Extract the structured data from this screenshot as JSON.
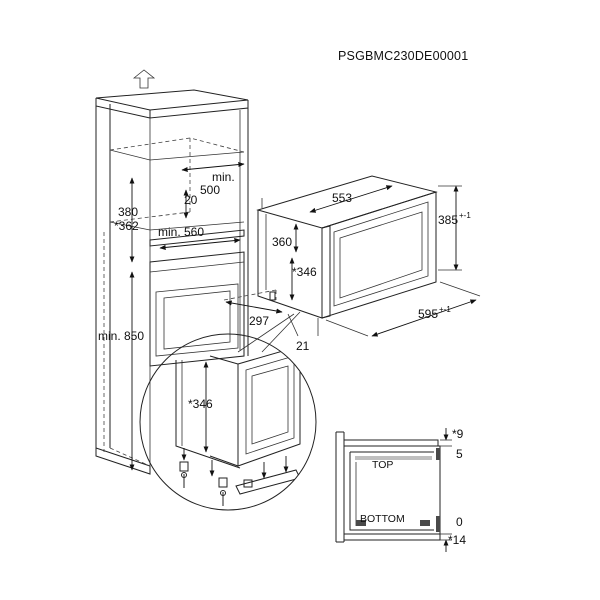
{
  "code": "PSGBMC230DE00001",
  "labels": {
    "min500_a": "min.",
    "min500_b": "500",
    "d20": "20",
    "d380": "380",
    "d362": "*362",
    "min560": "min. 560",
    "min850": "min. 850",
    "d553": "553",
    "d360": "360",
    "d346_top": "*346",
    "d385": "385",
    "d385_tol": "+-1",
    "d297": "297",
    "d595": "595",
    "d595_tol": "+-1",
    "d21": "21",
    "d346_detail": "*346",
    "d9": "*9",
    "d5": "5",
    "d0": "0",
    "d14": "*14",
    "top": "TOP",
    "bottom": "BOTTOM"
  },
  "icons": {
    "vent": "up-arrow-icon",
    "screw": "screw-icon",
    "down": "down-arrow-icon"
  }
}
